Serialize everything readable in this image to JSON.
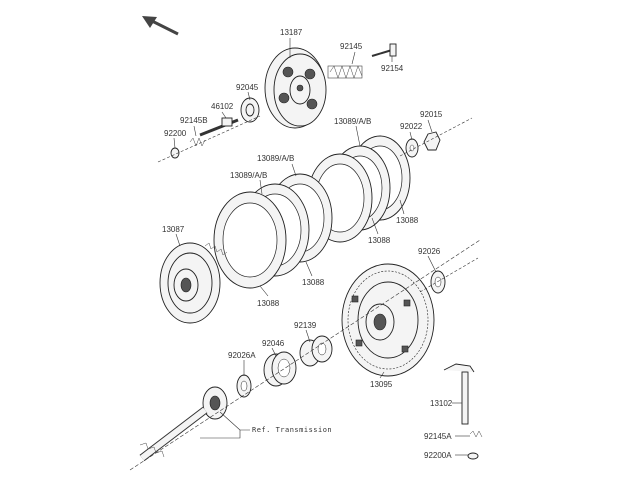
{
  "diagram": {
    "labels": {
      "p13187": "13187",
      "p92145": "92145",
      "p92154": "92154",
      "p92045": "92045",
      "p46102": "46102",
      "p92145B": "92145B",
      "p92200": "92200",
      "p13089_top": "13089/A/B",
      "p92022": "92022",
      "p92015": "92015",
      "p13089_mid": "13089/A/B",
      "p13089_left": "13089/A/B",
      "p13088_right": "13088",
      "p13088_midright": "13088",
      "p13087": "13087",
      "p92026": "92026",
      "p13088_center": "13088",
      "p13088_left": "13088",
      "p92139": "92139",
      "p92046": "92046",
      "p92026A": "92026A",
      "p13095": "13095",
      "p13102": "13102",
      "ref_transmission": "Ref. Transmission",
      "p92145A": "92145A",
      "p92200A": "92200A"
    }
  }
}
